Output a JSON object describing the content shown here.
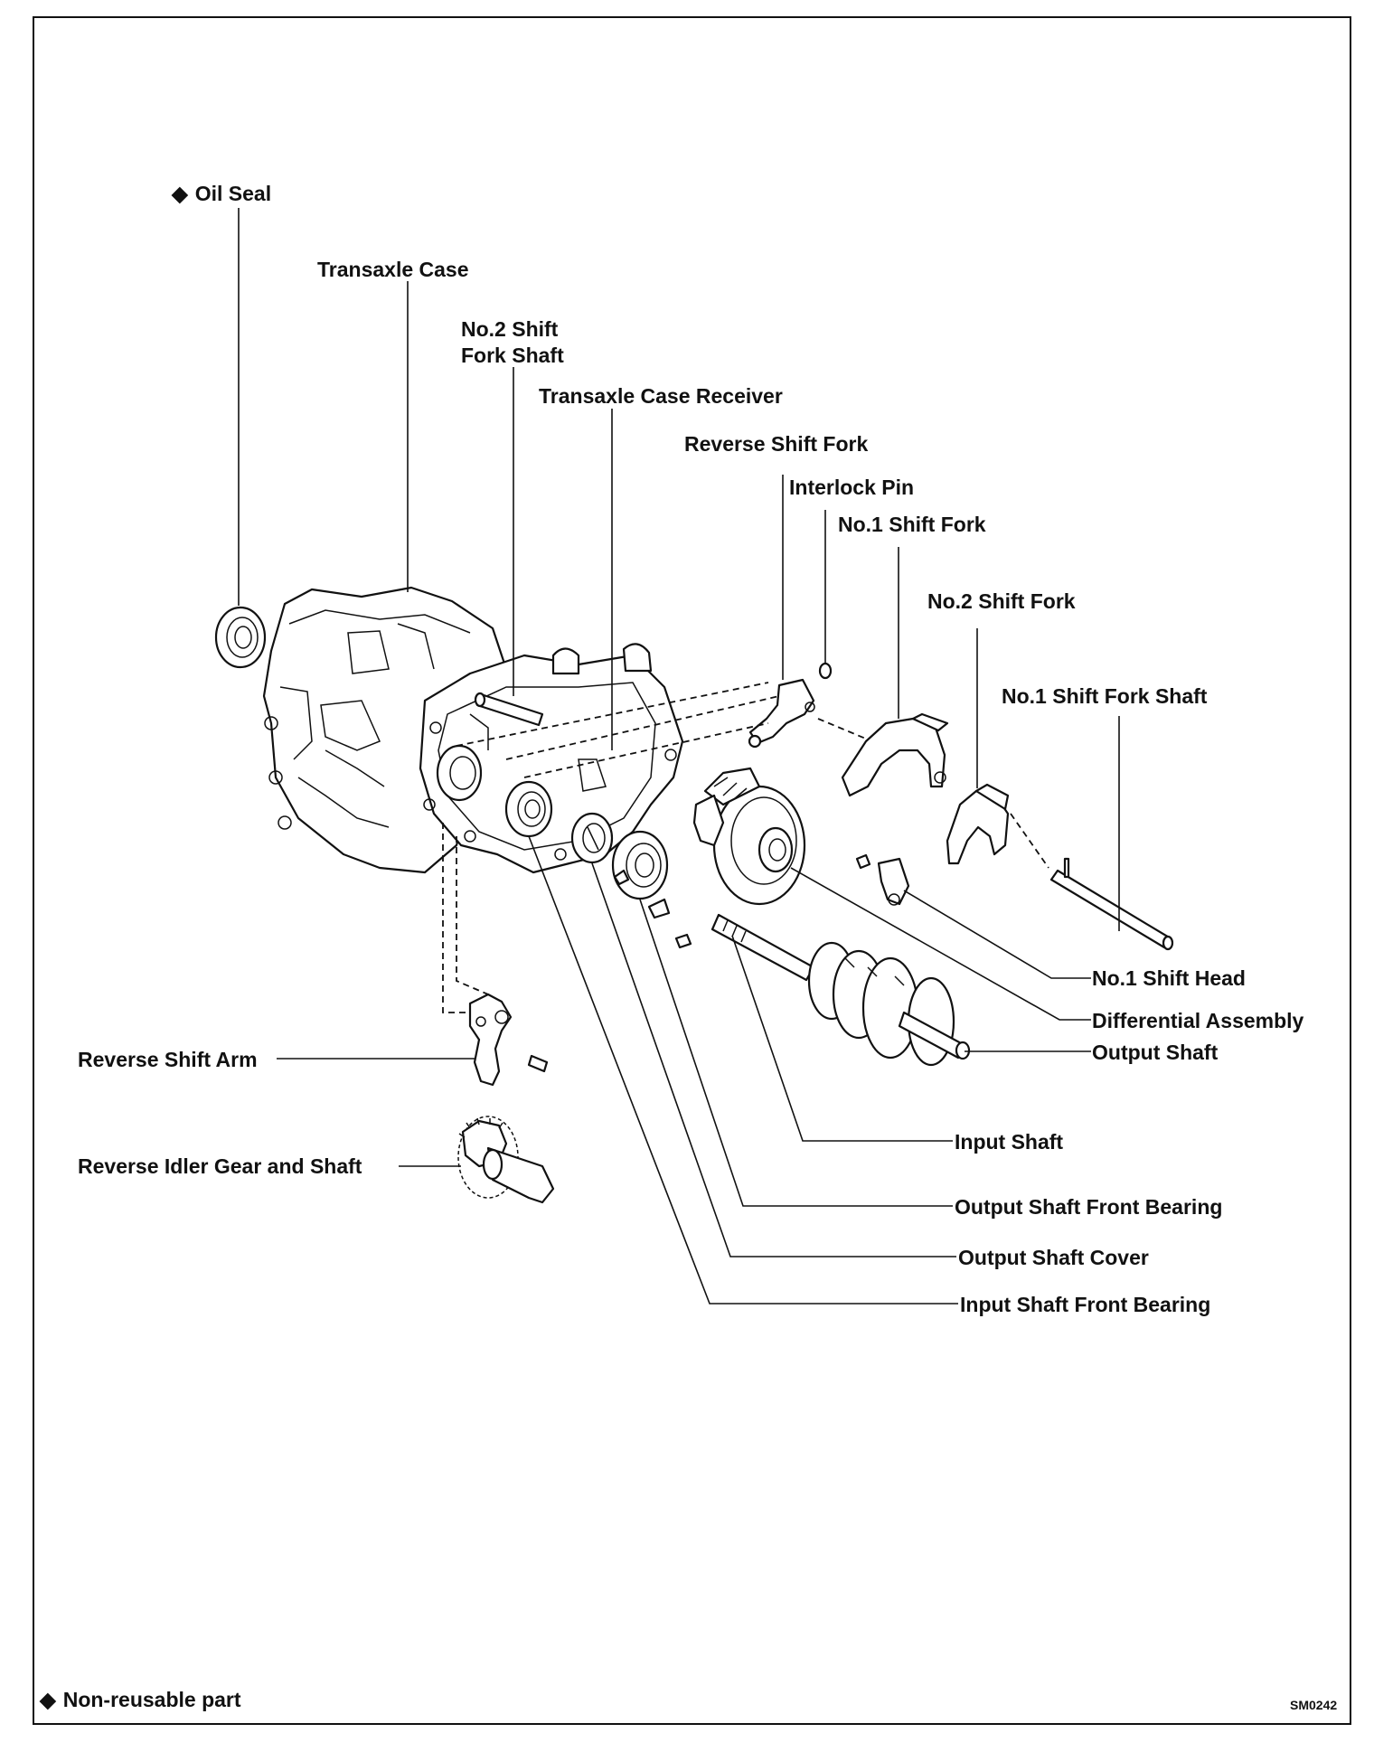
{
  "labels": {
    "oil_seal": "Oil Seal",
    "transaxle_case": "Transaxle Case",
    "no2_shift_fork_shaft_line1": "No.2 Shift",
    "no2_shift_fork_shaft_line2": "Fork Shaft",
    "transaxle_case_receiver": "Transaxle Case Receiver",
    "reverse_shift_fork": "Reverse Shift Fork",
    "interlock_pin": "Interlock Pin",
    "no1_shift_fork": "No.1 Shift Fork",
    "no2_shift_fork": "No.2 Shift Fork",
    "no1_shift_fork_shaft": "No.1 Shift Fork Shaft",
    "no1_shift_head": "No.1 Shift Head",
    "differential_assembly": "Differential Assembly",
    "output_shaft": "Output Shaft",
    "input_shaft": "Input Shaft",
    "output_shaft_front_bearing": "Output Shaft Front Bearing",
    "output_shaft_cover": "Output Shaft Cover",
    "input_shaft_front_bearing": "Input Shaft Front Bearing",
    "reverse_shift_arm": "Reverse Shift Arm",
    "reverse_idler_gear_and_shaft": "Reverse Idler Gear and Shaft"
  },
  "legend": {
    "symbol": "◆",
    "text": "Non-reusable part"
  },
  "figure_code": "SM0242"
}
